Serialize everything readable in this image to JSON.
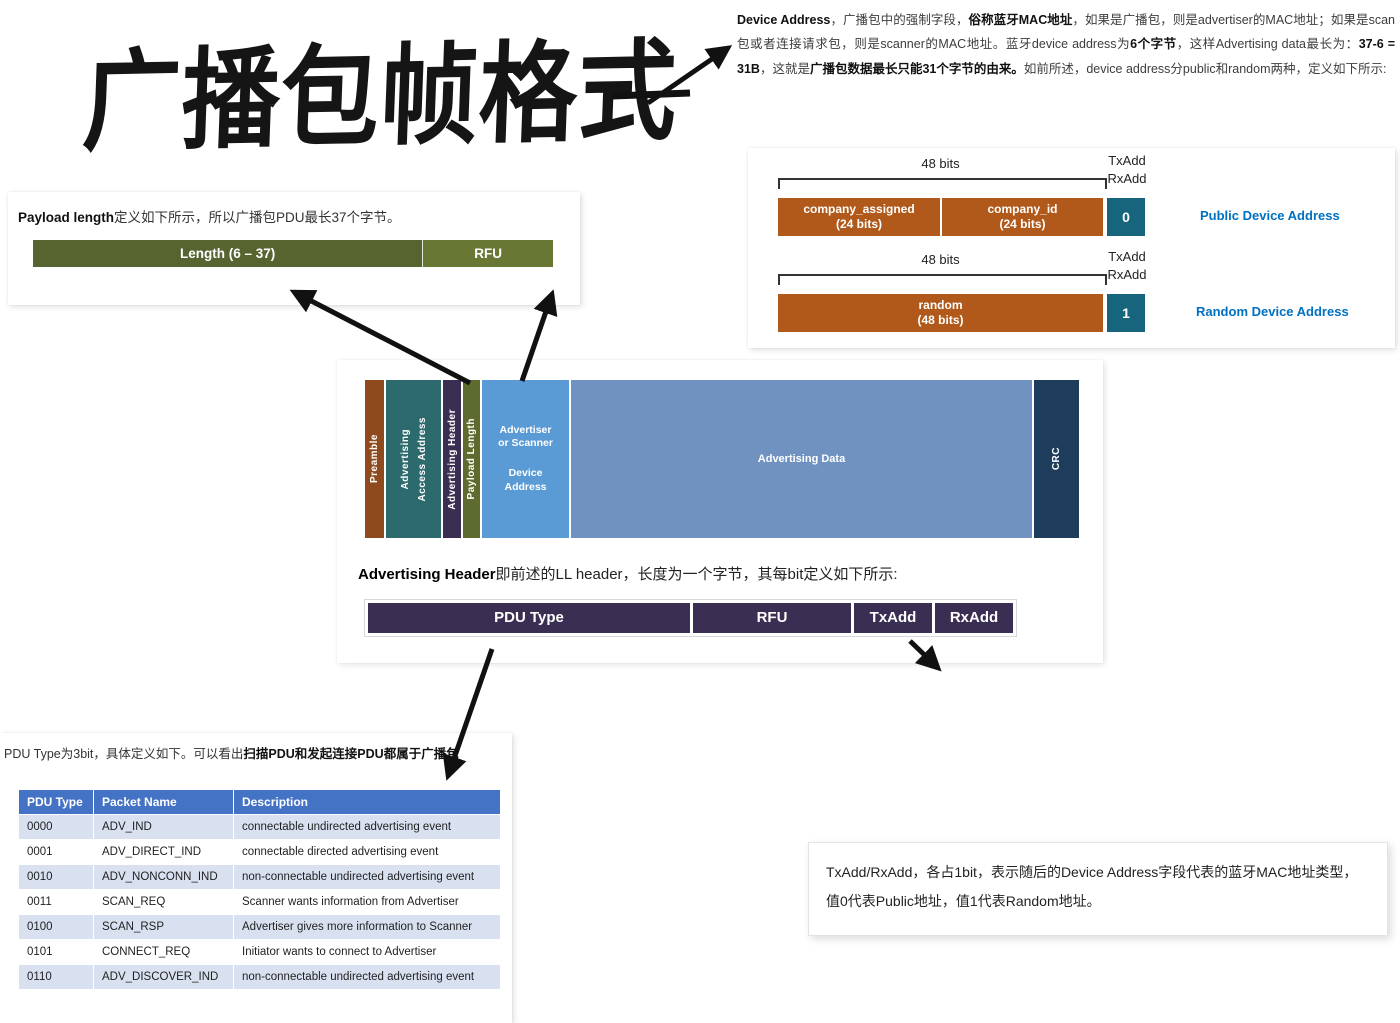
{
  "title": "广播包帧格式",
  "colors": {
    "preamble": "#8e4a1c",
    "access_address": "#2d6a6e",
    "adv_header": "#3a2f52",
    "payload_length": "#5d6b2e",
    "device_address": "#5b9bd5",
    "adv_data": "#7092c1",
    "crc": "#1e3d5c",
    "orange_field": "#b1591a",
    "teal_flag": "#17657d",
    "blue_label": "#0070c0",
    "table_header_bg": "#4472c4",
    "length_bar": "#566430",
    "rfu_bar": "#687733",
    "purple_bar": "#3a2f52"
  },
  "device_address_section": {
    "paragraph": {
      "seg1_bold": "Device Address",
      "seg2": "，广播包中的强制字段，",
      "seg3_bold": "俗称蓝牙MAC地址",
      "seg4": "，如果是广播包，则是advertiser的MAC地址；如果是scan包或者连接请求包，则是scanner的MAC地址。蓝牙device address为",
      "seg5_bold": "6个字节",
      "seg6": "，这样Advertising data最长为：",
      "seg7_bold": "37-6 = 31B",
      "seg8": "，这就是",
      "seg9_bold": "广播包数据最长只能31个字节的由来。",
      "seg10": "如前所述，device address分public和random两种，定义如下所示:"
    },
    "diagram": {
      "public_bits_label": "48 bits",
      "public_flag_label": "TxAdd\nRxAdd",
      "public_field1": "company_assigned\n(24 bits)",
      "public_field2": "company_id\n(24 bits)",
      "public_flag_value": "0",
      "public_name": "Public Device Address",
      "random_bits_label": "48 bits",
      "random_flag_label": "TxAdd\nRxAdd",
      "random_field": "random\n(48 bits)",
      "random_flag_value": "1",
      "random_name": "Random Device Address"
    }
  },
  "payload_length_section": {
    "intro_bold": "Payload length",
    "intro_rest": "定义如下所示，所以广播包PDU最长37个字节。",
    "length_label": "Length (6 – 37)",
    "rfu_label": "RFU"
  },
  "packet_diagram": {
    "preamble": "Preamble",
    "access_address": "Advertising\nAccess Address",
    "adv_header": "Advertising Header",
    "payload_length": "Payload Length",
    "device_address_top": "Advertiser\nor Scanner",
    "device_address_bottom": "Device\nAddress",
    "adv_data": "Advertising Data",
    "crc": "CRC"
  },
  "adv_header_section": {
    "intro_bold": "Advertising Header",
    "intro_rest": "即前述的LL header，长度为一个字节，其每bit定义如下所示:",
    "fields": [
      {
        "label": "PDU Type"
      },
      {
        "label": "RFU"
      },
      {
        "label": "TxAdd"
      },
      {
        "label": "RxAdd"
      }
    ]
  },
  "pdu_table_section": {
    "intro_normal": "PDU Type为3bit，具体定义如下。可以看出",
    "intro_bold": "扫描PDU和发起连接PDU都属于广播包",
    "headers": [
      "PDU Type",
      "Packet Name",
      "Description"
    ],
    "rows": [
      [
        "0000",
        "ADV_IND",
        "connectable undirected advertising event"
      ],
      [
        "0001",
        "ADV_DIRECT_IND",
        "connectable directed advertising event"
      ],
      [
        "0010",
        "ADV_NONCONN_IND",
        "non-connectable undirected advertising event"
      ],
      [
        "0011",
        "SCAN_REQ",
        "Scanner wants information from Advertiser"
      ],
      [
        "0100",
        "SCAN_RSP",
        "Advertiser gives more information to Scanner"
      ],
      [
        "0101",
        "CONNECT_REQ",
        "Initiator wants to connect to Advertiser"
      ],
      [
        "0110",
        "ADV_DISCOVER_IND",
        "non-connectable undirected advertising event"
      ]
    ]
  },
  "txadd_note": "TxAdd/RxAdd，各占1bit，表示随后的Device Address字段代表的蓝牙MAC地址类型，值0代表Public地址，值1代表Random地址。"
}
